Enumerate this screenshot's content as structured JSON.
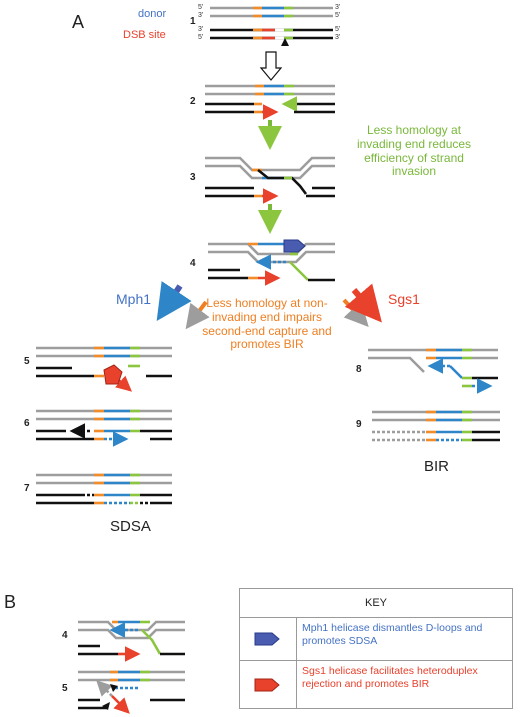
{
  "panels": {
    "a": "A",
    "b": "B"
  },
  "header": {
    "donor": "donor",
    "dsb": "DSB site"
  },
  "strand_ends": [
    "5'",
    "3'",
    "3'",
    "5'",
    "3'",
    "5'",
    "5'",
    "3'"
  ],
  "steps": [
    "1",
    "2",
    "3",
    "4",
    "5",
    "6",
    "7",
    "8",
    "9"
  ],
  "panel_b_steps": [
    "4",
    "5"
  ],
  "notes": {
    "invasion": "Less homology at invading end reduces efficiency of strand invasion",
    "second_end": "Less homology at non-invading end impairs second-end capture and promotes BIR"
  },
  "pathways": {
    "mph1": "Mph1",
    "sgs1": "Sgs1"
  },
  "outcomes": {
    "sdsa": "SDSA",
    "bir": "BIR"
  },
  "key": {
    "title": "KEY",
    "rows": [
      {
        "icon": "blue-pentagon-icon",
        "text": "Mph1 helicase dismantles D-loops and promotes SDSA"
      },
      {
        "icon": "red-pentagon-icon",
        "text": "Sgs1 helicase facilitates heteroduplex rejection and promotes BIR"
      }
    ]
  },
  "colors": {
    "donor_strand": "#9d9d9d",
    "recipient_strand": "#111111",
    "homology_left": "#f28c28",
    "homology_mid": "#2e86c9",
    "homology_right": "#8cc63f",
    "new_synthesis": "#e8412c",
    "arrow_green": "#79b83a",
    "arrow_orange": "#ef7f22",
    "mph1": "#4a5cb0",
    "sgs1": "#e8412c"
  }
}
